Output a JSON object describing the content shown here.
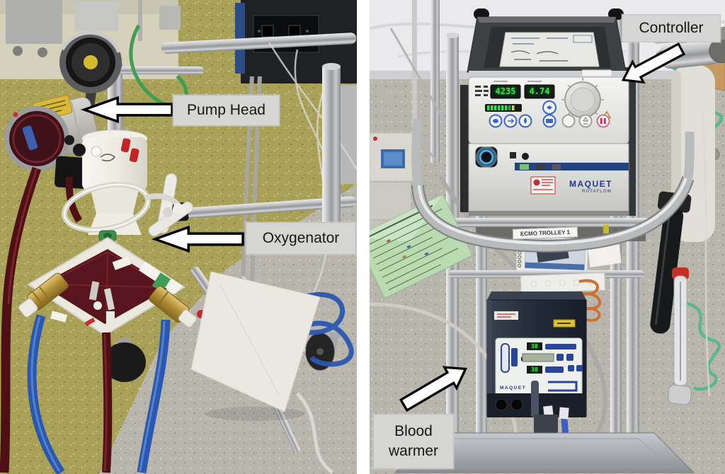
{
  "figure": {
    "description": "Two annotated photographs of an ECMO circuit: pump head and oxygenator on the left, ECMO trolley with controller and blood warmer on the right"
  },
  "left_photo": {
    "labels": {
      "pump_head": "Pump Head",
      "oxygenator": "Oxygenator"
    }
  },
  "right_photo": {
    "labels": {
      "controller": "Controller",
      "blood_warmer_line1": "Blood",
      "blood_warmer_line2": "warmer"
    },
    "controller": {
      "rpm": "4235",
      "flow": "4.74",
      "brand": "MAQUET",
      "model": "ROTAFLOW"
    },
    "trolley_tag": "ECMO TROLLEY 1",
    "blood_warmer": {
      "brand": "MAQUET",
      "temp_top": "38",
      "temp_bottom": "38"
    }
  },
  "colors": {
    "label_bg": "#d5d5d3",
    "arrow_fill": "#ffffff",
    "arrow_outline": "#000000",
    "led_green": "#38e24c",
    "tube_blue": "#2a57b0",
    "blood_red": "#4e0f15",
    "brass": "#b5923f",
    "steel": "#c6c7c9",
    "floor_olive": "#a8a157",
    "floor_gray": "#b7b5ac",
    "warmer_navy": "#242b38"
  }
}
